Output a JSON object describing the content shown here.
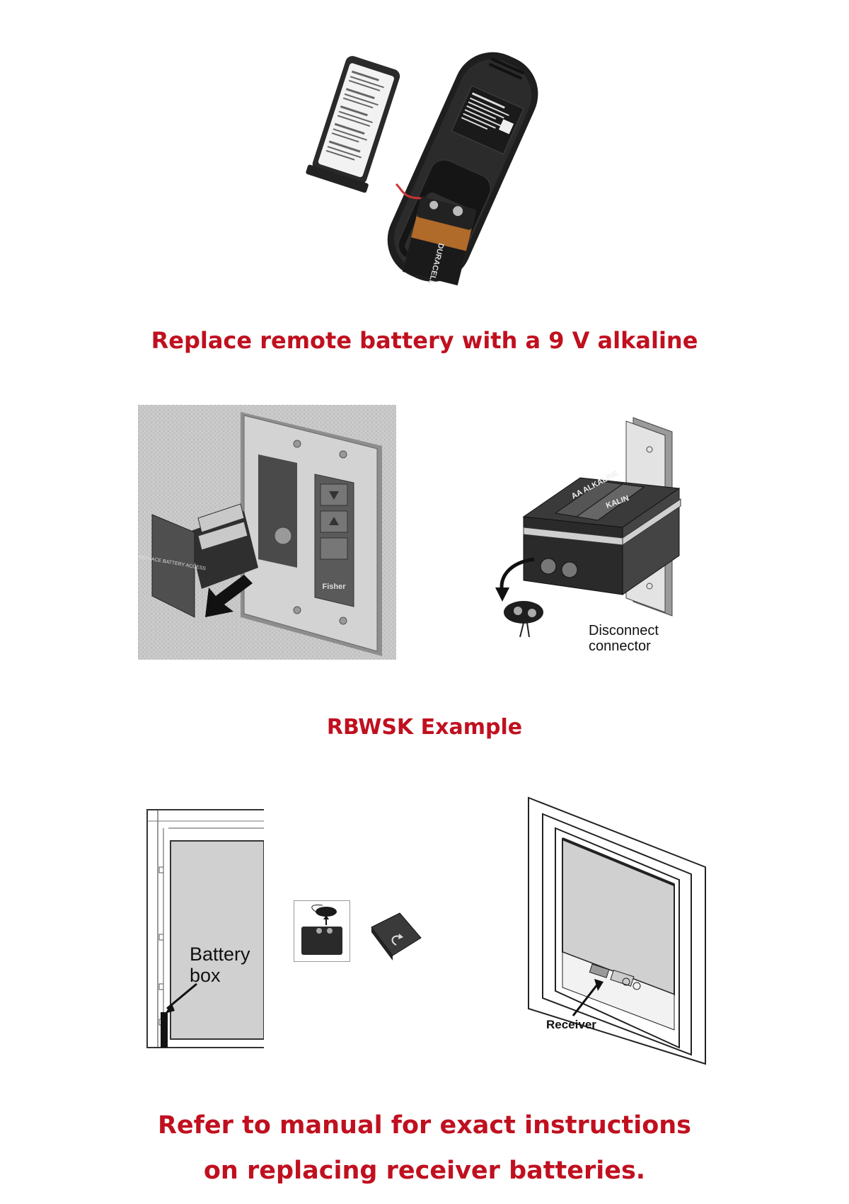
{
  "captions": {
    "remote": "Replace remote battery with a 9 V alkaline",
    "rbwsk": "RBWSK Example",
    "manual_line1": "Refer to manual for exact instructions",
    "manual_line2": "on replacing receiver batteries."
  },
  "figures": {
    "wall_switch": {
      "door_text": "REPLACE BATTERY ACCESS",
      "brand": "Fisher"
    },
    "battery_holder": {
      "battery_text_1": "AA ALKALINE",
      "battery_text_2": "KALIN",
      "label_line1": "Disconnect",
      "label_line2": "connector"
    },
    "battery_box": {
      "label_line1": "Battery",
      "label_line2": "box"
    },
    "receiver": {
      "label": "Receiver"
    },
    "remote": {
      "battery_brand": "DURACELL"
    }
  },
  "colors": {
    "caption_red": "#c0101f",
    "remote_black": "#1e1e1e",
    "battery_copper": "#b06a2a"
  }
}
